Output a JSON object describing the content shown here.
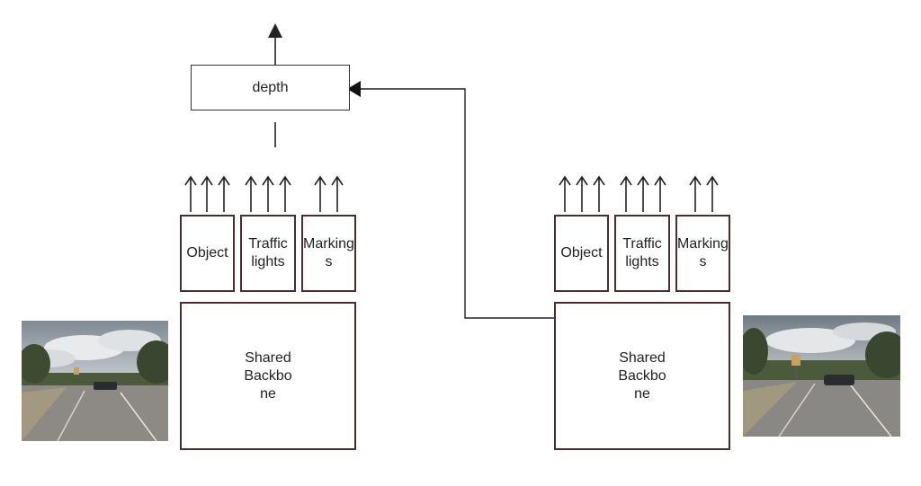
{
  "depth_label": "depth",
  "left": {
    "heads": [
      "Object",
      "Traffic\nlights",
      "Marking\ns"
    ],
    "backbone": "Shared\nBackbo\nne"
  },
  "right": {
    "heads": [
      "Object",
      "Traffic\nlights",
      "Marking\ns"
    ],
    "backbone": "Shared\nBackbo\nne"
  },
  "colors": {
    "box_border": "#4a2e2e",
    "line": "#222222"
  },
  "images": [
    "road-scene-left",
    "road-scene-right"
  ]
}
